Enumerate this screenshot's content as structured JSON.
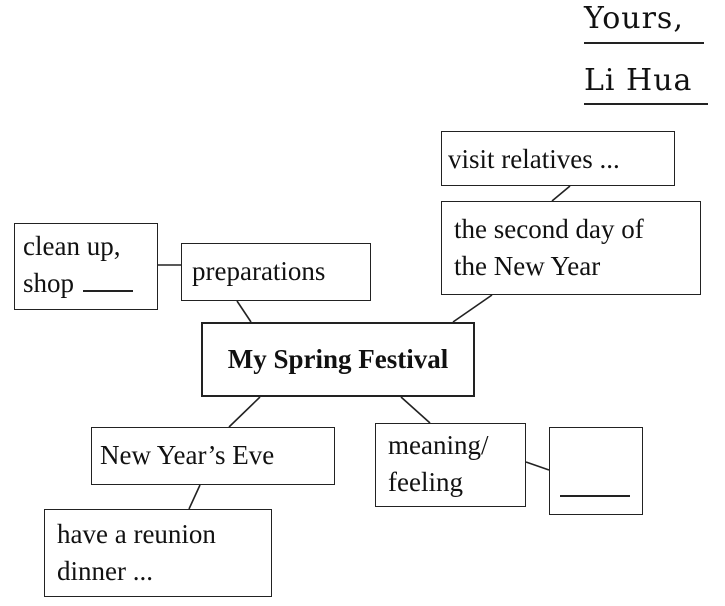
{
  "signature": {
    "closing": "Yours,",
    "name": "Li Hua"
  },
  "mind_map": {
    "center": "My Spring Festival",
    "preparations": "preparations",
    "clean_up": {
      "line1": "clean up,",
      "line2": "shop"
    },
    "second_day": {
      "line1": "the second day of",
      "line2": "the New Year"
    },
    "visit_relatives": "visit relatives ...",
    "new_years_eve": "New Year’s Eve",
    "reunion_dinner": {
      "line1": "have a reunion",
      "line2": "dinner ..."
    },
    "meaning_feeling": {
      "line1": "meaning/",
      "line2": "feeling"
    }
  }
}
